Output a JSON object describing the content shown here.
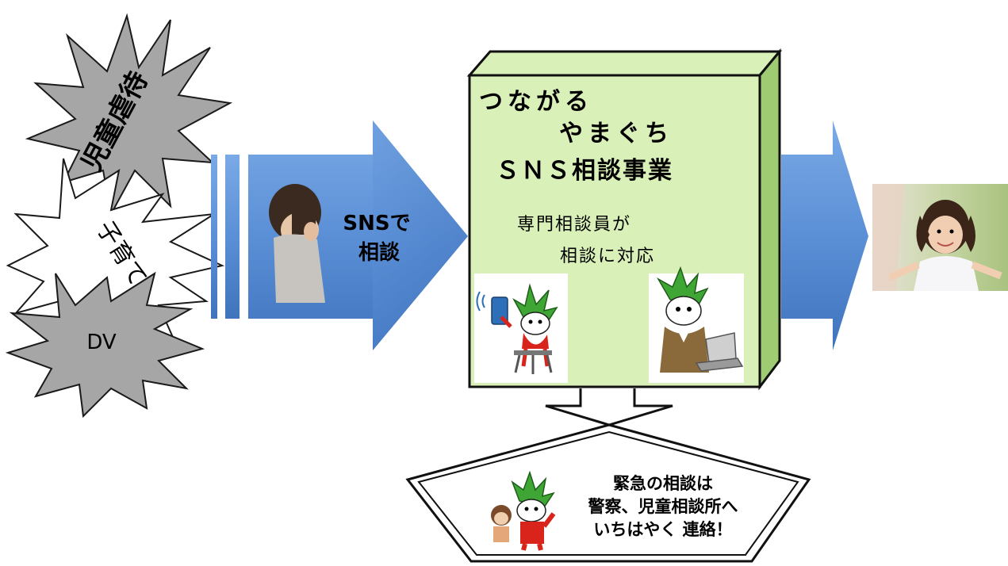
{
  "bursts": {
    "abuse": "児童虐待",
    "parenting": "子育て",
    "dv": "DV"
  },
  "left_arrow": {
    "line1": "SNSで",
    "line2": "相談"
  },
  "box": {
    "title1": "つながる",
    "title2": "やまぐち",
    "title3": "ＳＮＳ相談事業",
    "desc1": "専門相談員が",
    "desc2": "相談に対応"
  },
  "pentagon": {
    "line1": "緊急の相談は",
    "line2": "警察、児童相談所へ",
    "line3": "いちはやく 連絡！"
  },
  "colors": {
    "arrow_blue": "#5b8fd6",
    "box_green": "#d9f0b8",
    "box_side": "#9fcc73",
    "burst_gray": "#a9a9a9",
    "mascot_green": "#3fa535",
    "mascot_red": "#d9241c"
  }
}
